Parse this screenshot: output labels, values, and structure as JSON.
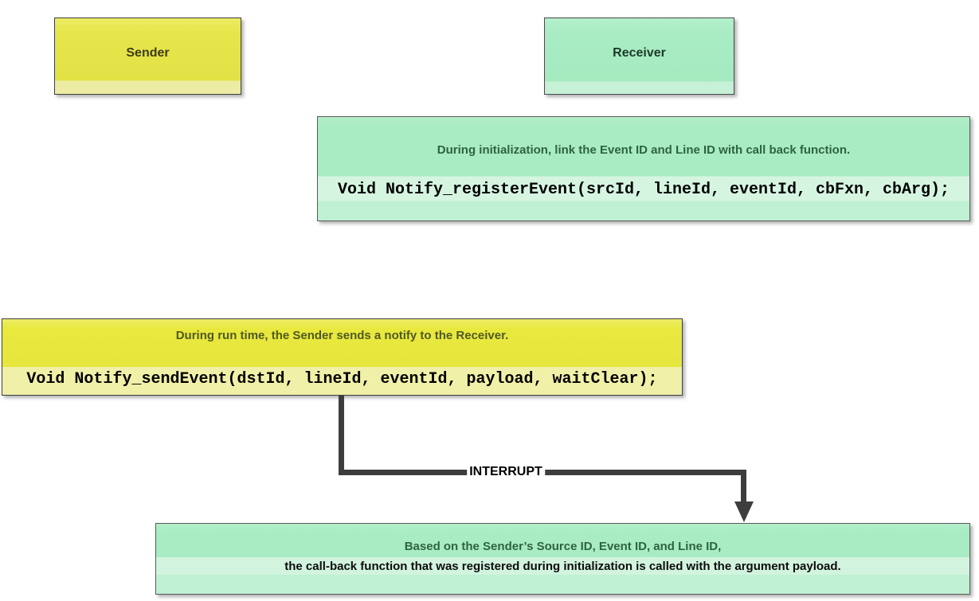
{
  "diagram": {
    "background": "#ffffff",
    "colors": {
      "yellow_fill": "#e6e63e",
      "yellow_band": "#f0f0a8",
      "yellow_title_text": "#505a1e",
      "green_fill": "#a9ecc4",
      "green_band": "#d5f5e1",
      "green_lower": "#bff0d3",
      "green_title_text": "#2e6342",
      "code_text": "#000000",
      "arrow": "#3d3d3d",
      "box_border": "#4a4a4a"
    },
    "actors": {
      "sender": {
        "label": "Sender"
      },
      "receiver": {
        "label": "Receiver"
      }
    },
    "notes": {
      "register": {
        "title": "During initialization, link the Event ID and Line ID with call back function.",
        "code": "Void Notify_registerEvent(srcId, lineId, eventId, cbFxn, cbArg);"
      },
      "send": {
        "title": "During run time, the Sender sends a notify to the Receiver.",
        "code": "Void Notify_sendEvent(dstId, lineId, eventId, payload, waitClear);"
      },
      "callback": {
        "line1": "Based on the Sender’s Source ID, Event ID, and Line ID,",
        "line2": "the call-back function that was registered during initialization is called with the argument payload."
      }
    },
    "connector": {
      "label": "INTERRUPT"
    }
  }
}
